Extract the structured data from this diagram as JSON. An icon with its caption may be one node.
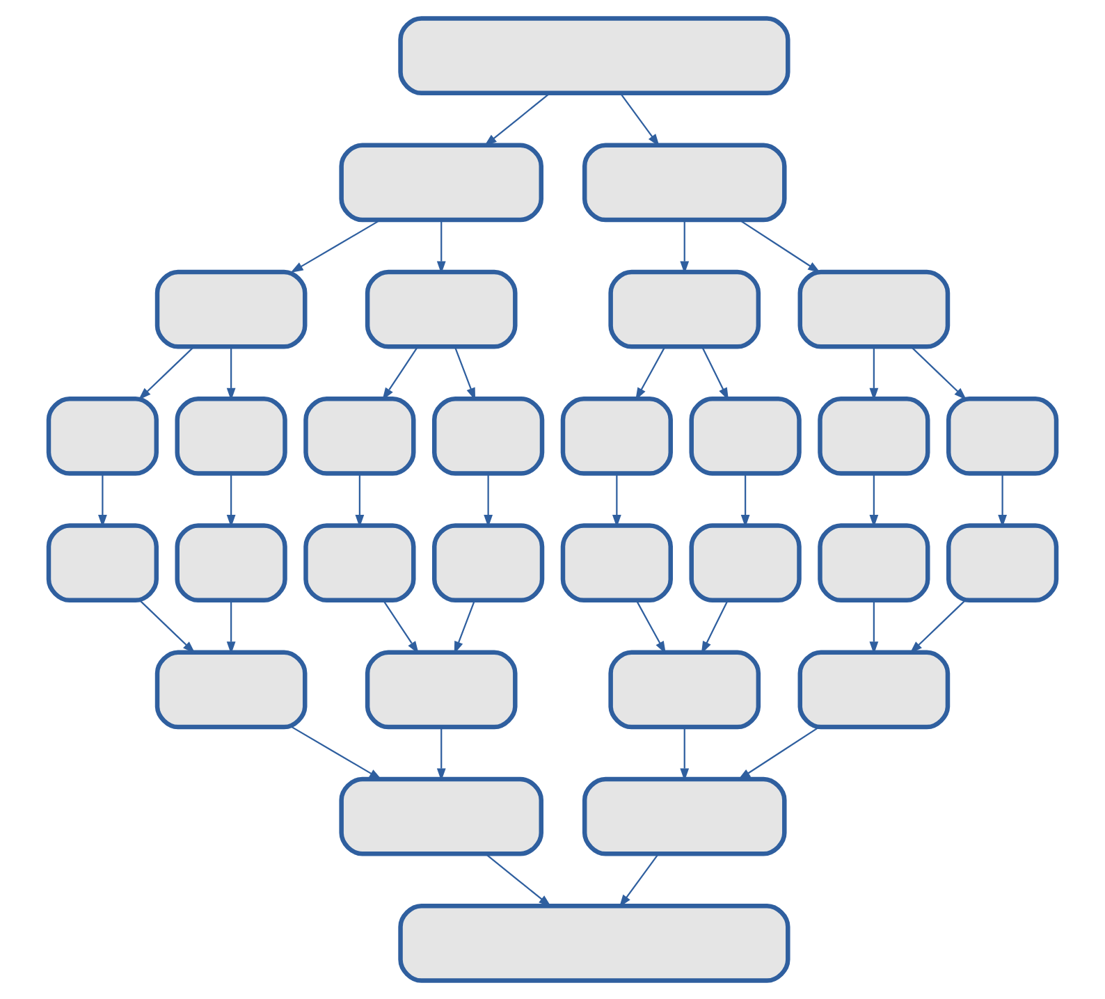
{
  "diagram": {
    "nodes": [
      {
        "text": [],
        "shape": "box"
      },
      {
        "text": [],
        "shape": "box"
      },
      {
        "text": [],
        "shape": "box"
      },
      {
        "text": [],
        "shape": "box"
      },
      {
        "text": [],
        "shape": "box"
      },
      {
        "text": [],
        "shape": "box"
      },
      {
        "text": [],
        "shape": "box"
      },
      {
        "text": [],
        "shape": "box"
      },
      {
        "text": [],
        "shape": "box"
      },
      {
        "text": [],
        "shape": "box"
      },
      {
        "text": [],
        "shape": "box"
      },
      {
        "text": [],
        "shape": "box"
      },
      {
        "text": [],
        "shape": "box"
      },
      {
        "text": [],
        "shape": "box"
      },
      {
        "text": [],
        "shape": "box"
      },
      {
        "text": [],
        "shape": "box"
      },
      {
        "text": [],
        "shape": "box"
      },
      {
        "text": [],
        "shape": "box"
      },
      {
        "text": [],
        "shape": "box"
      },
      {
        "text": [],
        "shape": "box"
      },
      {
        "text": [],
        "shape": "box"
      },
      {
        "text": [],
        "shape": "box"
      },
      {
        "text": [],
        "shape": "box"
      },
      {
        "text": [],
        "shape": "box"
      },
      {
        "text": [],
        "shape": "box"
      },
      {
        "text": [],
        "shape": "box"
      },
      {
        "text": [],
        "shape": "box"
      },
      {
        "text": [],
        "shape": "box"
      },
      {
        "text": [],
        "shape": "box"
      },
      {
        "text": [],
        "shape": "box"
      }
    ],
    "edges": [
      {
        "from": 0,
        "to": 1,
        "arrow": "to"
      },
      {
        "from": 0,
        "to": 2,
        "arrow": "to"
      },
      {
        "from": 1,
        "to": 3,
        "arrow": "to"
      },
      {
        "from": 1,
        "to": 4,
        "arrow": "to"
      },
      {
        "from": 2,
        "to": 5,
        "arrow": "to"
      },
      {
        "from": 2,
        "to": 6,
        "arrow": "to"
      },
      {
        "from": 3,
        "to": 7,
        "arrow": "to"
      },
      {
        "from": 3,
        "to": 8,
        "arrow": "to"
      },
      {
        "from": 4,
        "to": 9,
        "arrow": "to"
      },
      {
        "from": 4,
        "to": 10,
        "arrow": "to"
      },
      {
        "from": 5,
        "to": 11,
        "arrow": "to"
      },
      {
        "from": 5,
        "to": 12,
        "arrow": "to"
      },
      {
        "from": 6,
        "to": 13,
        "arrow": "to"
      },
      {
        "from": 6,
        "to": 14,
        "arrow": "to"
      },
      {
        "from": 7,
        "to": 15,
        "arrow": "to"
      },
      {
        "from": 8,
        "to": 16,
        "arrow": "to"
      },
      {
        "from": 9,
        "to": 17,
        "arrow": "to"
      },
      {
        "from": 10,
        "to": 18,
        "arrow": "to"
      },
      {
        "from": 11,
        "to": 19,
        "arrow": "to"
      },
      {
        "from": 12,
        "to": 20,
        "arrow": "to"
      },
      {
        "from": 13,
        "to": 21,
        "arrow": "to"
      },
      {
        "from": 14,
        "to": 22,
        "arrow": "to"
      },
      {
        "from": 15,
        "to": 23,
        "arrow": "to"
      },
      {
        "from": 16,
        "to": 23,
        "arrow": "to"
      },
      {
        "from": 17,
        "to": 24,
        "arrow": "to"
      },
      {
        "from": 18,
        "to": 24,
        "arrow": "to"
      },
      {
        "from": 19,
        "to": 25,
        "arrow": "to"
      },
      {
        "from": 20,
        "to": 25,
        "arrow": "to"
      },
      {
        "from": 21,
        "to": 26,
        "arrow": "to"
      },
      {
        "from": 22,
        "to": 26,
        "arrow": "to"
      },
      {
        "from": 23,
        "to": 27,
        "arrow": "to"
      },
      {
        "from": 24,
        "to": 27,
        "arrow": "to"
      },
      {
        "from": 25,
        "to": 28,
        "arrow": "to"
      },
      {
        "from": 26,
        "to": 28,
        "arrow": "to"
      },
      {
        "from": 27,
        "to": 29,
        "arrow": "to"
      },
      {
        "from": 28,
        "to": 29,
        "arrow": "to"
      }
    ]
  }
}
